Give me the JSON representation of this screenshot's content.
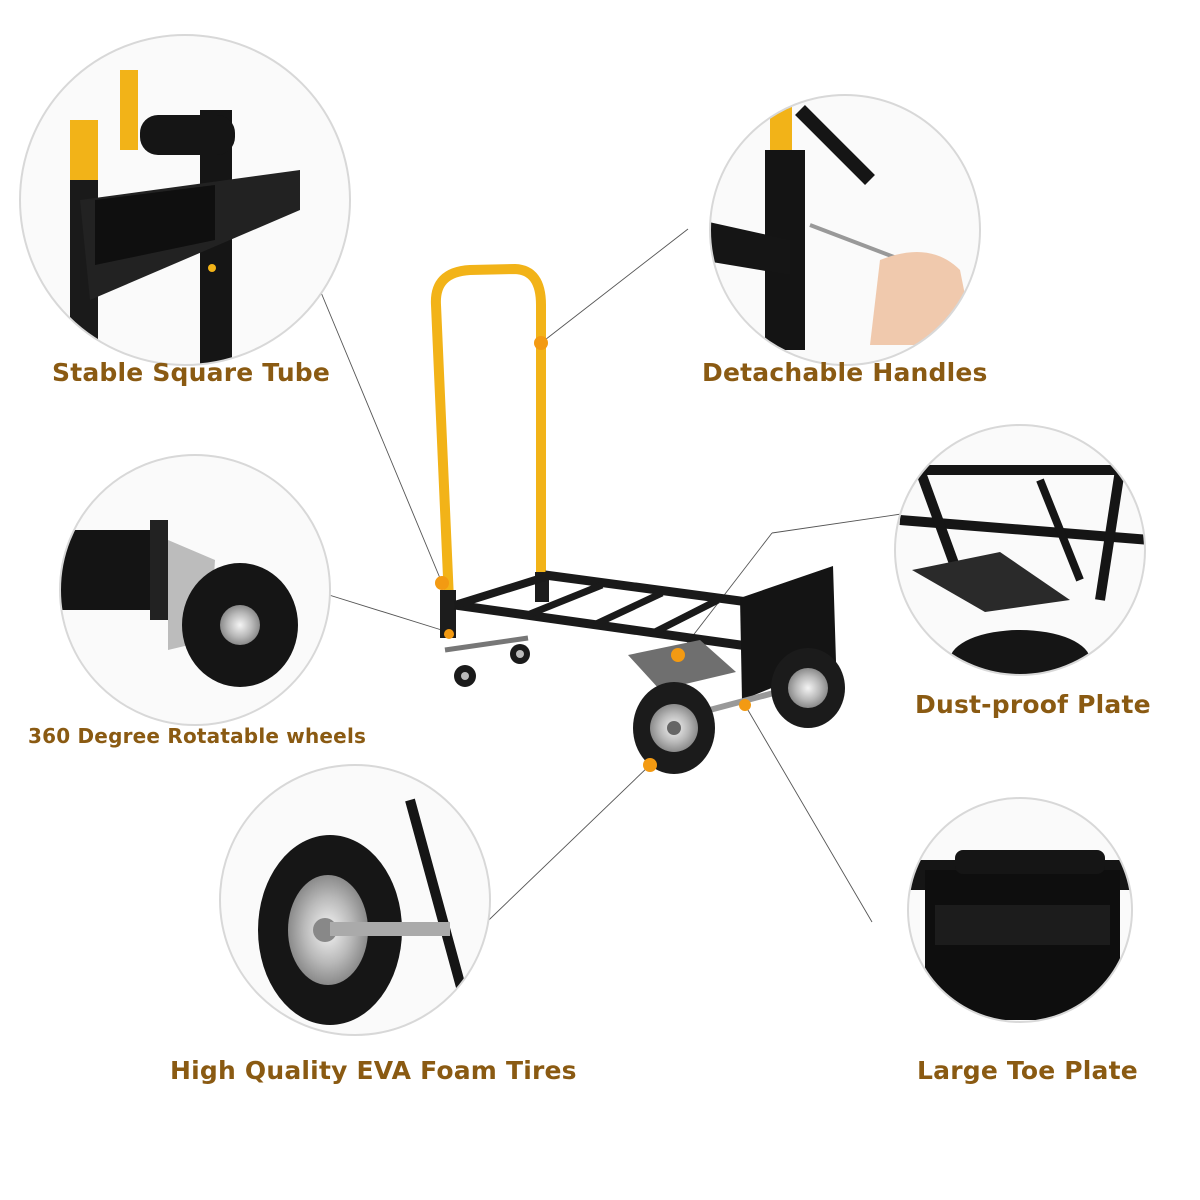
{
  "features": {
    "stable_square_tube": "Stable Square Tube",
    "detachable_handles": "Detachable Handles",
    "rotatable_wheels": "360 Degree Rotatable wheels",
    "dust_proof_plate": "Dust-proof Plate",
    "eva_foam_tires": "High Quality EVA Foam Tires",
    "large_toe_plate": "Large Toe Plate"
  },
  "colors": {
    "label_text": "#8a5a12",
    "accent_yellow": "#f2b318",
    "frame_black": "#1a1a1a",
    "callout_dot": "#f39a12"
  }
}
